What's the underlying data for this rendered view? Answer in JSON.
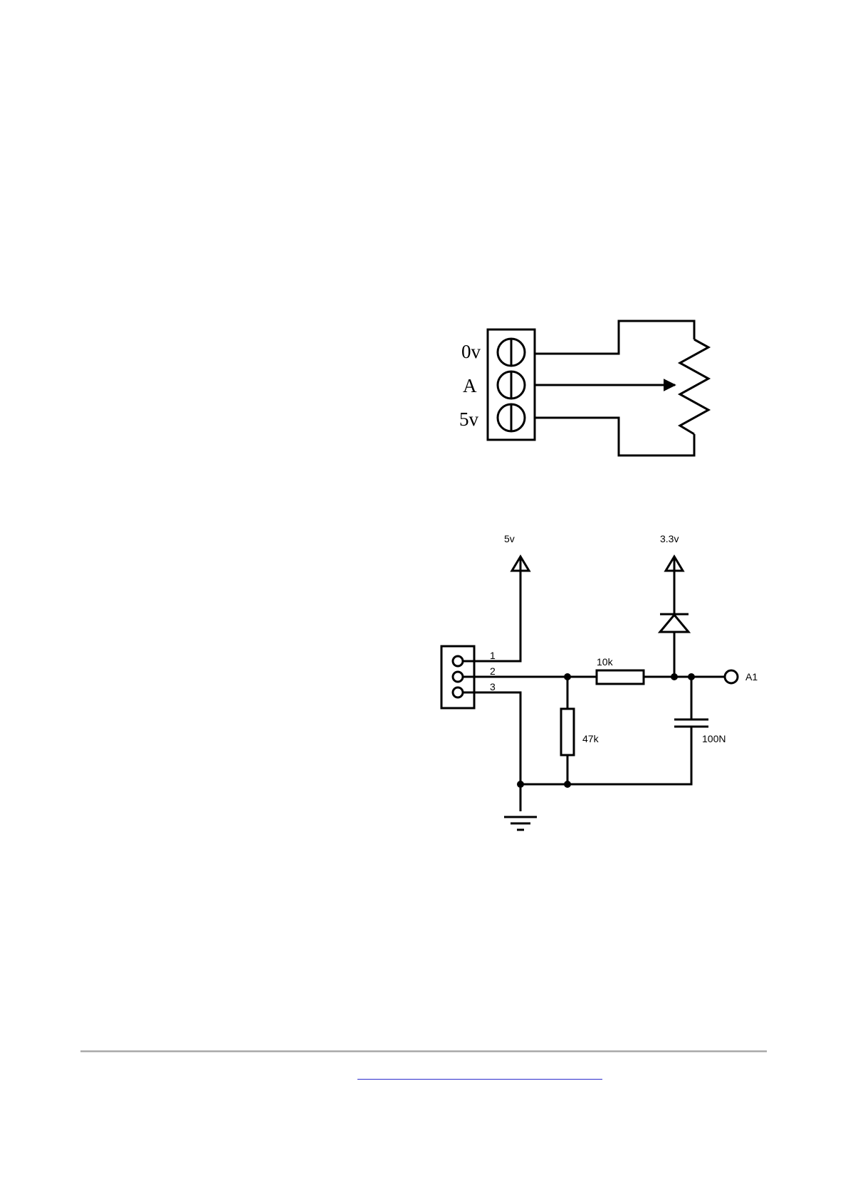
{
  "terminal_diagram": {
    "labels": {
      "pin_0v": "0v",
      "pin_a": "A",
      "pin_5v": "5v"
    }
  },
  "schematic": {
    "supply_5v": "5v",
    "supply_3v3": "3.3v",
    "pin_1": "1",
    "pin_2": "2",
    "pin_3": "3",
    "resistor_series": "10k",
    "resistor_pulldown": "47k",
    "capacitor": "100N",
    "output": "A1"
  },
  "colors": {
    "line": "#000000",
    "link": "#2b2bcc",
    "rule": "#a8a8a8"
  }
}
